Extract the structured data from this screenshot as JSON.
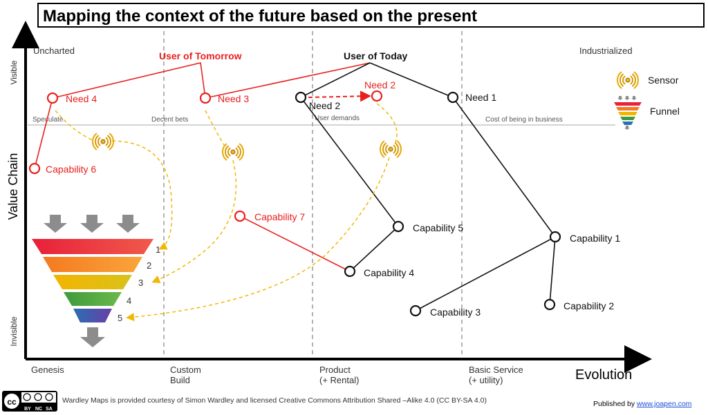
{
  "title": "Mapping the context of the future based on the present",
  "axes": {
    "y_label": "Value Chain",
    "y_top": "Visible",
    "y_bottom": "Invisible",
    "x_label": "Evolution",
    "stages": [
      {
        "id": "genesis",
        "lines": [
          "Genesis"
        ]
      },
      {
        "id": "custom",
        "lines": [
          "Custom",
          "Build"
        ]
      },
      {
        "id": "product",
        "lines": [
          "Product",
          "(+ Rental)"
        ]
      },
      {
        "id": "commodity",
        "lines": [
          "Basic Service",
          "(+ utility)"
        ]
      }
    ]
  },
  "corner_labels": {
    "uncharted": "Uncharted",
    "industrialized": "Industrialized"
  },
  "zone_labels": [
    "Speculate",
    "Decent bets",
    "User demands",
    "Cost of being in business"
  ],
  "users": {
    "tomorrow": "User of Tomorrow",
    "today": "User of Today"
  },
  "nodes": {
    "need4": "Need 4",
    "need3": "Need 3",
    "need2_today": "Need 2",
    "need2_tomorrow": "Need 2",
    "need1": "Need 1",
    "cap6": "Capability 6",
    "cap7": "Capability 7",
    "cap5": "Capability 5",
    "cap4": "Capability 4",
    "cap1": "Capability 1",
    "cap3": "Capability 3",
    "cap2": "Capability 2"
  },
  "legend": {
    "sensor": "Sensor",
    "funnel": "Funnel"
  },
  "funnel_levels": [
    "1",
    "2",
    "3",
    "4",
    "5"
  ],
  "footer": {
    "license": "Wardley Maps is provided courtesy of Simon Wardley and licensed  Creative Commons Attribution Shared –Alike 4.0 (CC BY-SA 4.0)",
    "published_prefix": "Published by ",
    "published_link": "www.joapen.com",
    "cc_badge": [
      "BY",
      "NC",
      "SA"
    ]
  },
  "colors": {
    "red": "#e8201e",
    "black": "#111111",
    "dash_yellow": "#f2b705",
    "grid": "#9a9a9a"
  }
}
